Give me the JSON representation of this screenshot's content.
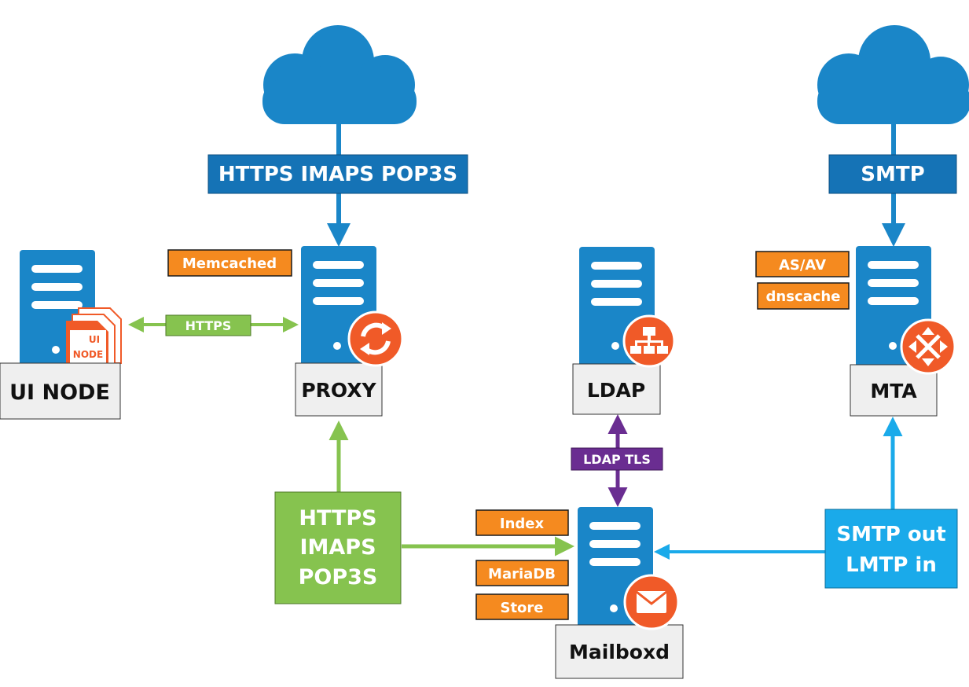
{
  "colors": {
    "server_blue": "#1a86c8",
    "cloud_blue": "#1a86c8",
    "label_dark_blue": "#1573b6",
    "orange": "#f58a1f",
    "badge_red": "#f05a28",
    "green": "#86c34f",
    "purple": "#6a2d91",
    "cyan": "#1aaaea",
    "node_label_bg": "#efefef"
  },
  "nodes": {
    "ui_node": {
      "label": "UI NODE",
      "doc_text_1": "UI",
      "doc_text_2": "NODE",
      "badge_icon": "document-icon"
    },
    "proxy": {
      "label": "PROXY",
      "badge_icon": "refresh-icon"
    },
    "ldap": {
      "label": "LDAP",
      "badge_icon": "org-chart-icon"
    },
    "mta": {
      "label": "MTA",
      "badge_icon": "move-arrows-icon"
    },
    "mailboxd": {
      "label": "Mailboxd",
      "badge_icon": "envelope-icon"
    }
  },
  "tags": {
    "memcached": "Memcached",
    "as_av": "AS/AV",
    "dnscache": "dnscache",
    "index": "Index",
    "mariadb": "MariaDB",
    "store": "Store"
  },
  "protocols": {
    "cloud_left": "HTTPS IMAPS POP3S",
    "cloud_right": "SMTP",
    "ui_to_proxy": "HTTPS",
    "ldap_tls": "LDAP TLS",
    "client_line1": "HTTPS",
    "client_line2": "IMAPS",
    "client_line3": "POP3S",
    "smtp_line1": "SMTP out",
    "smtp_line2": "LMTP in"
  }
}
